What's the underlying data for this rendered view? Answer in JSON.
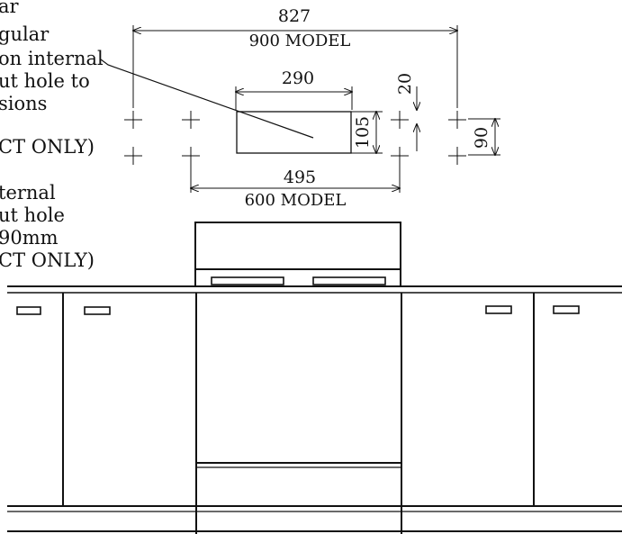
{
  "side_note_top": [
    "ar",
    "gular",
    "on internal",
    "ut hole to",
    "sions",
    "CT ONLY)"
  ],
  "side_note_bottom": [
    "ternal",
    "ut hole",
    "90mm",
    "CT ONLY)"
  ],
  "dimensions": {
    "width_900": "827",
    "model_900": "900 MODEL",
    "hole_width": "290",
    "top_offset": "20",
    "hole_height": "105",
    "side_depth": "90",
    "width_600": "495",
    "model_600": "600 MODEL"
  },
  "colors": {
    "ink": "#111111",
    "background": "#ffffff"
  }
}
